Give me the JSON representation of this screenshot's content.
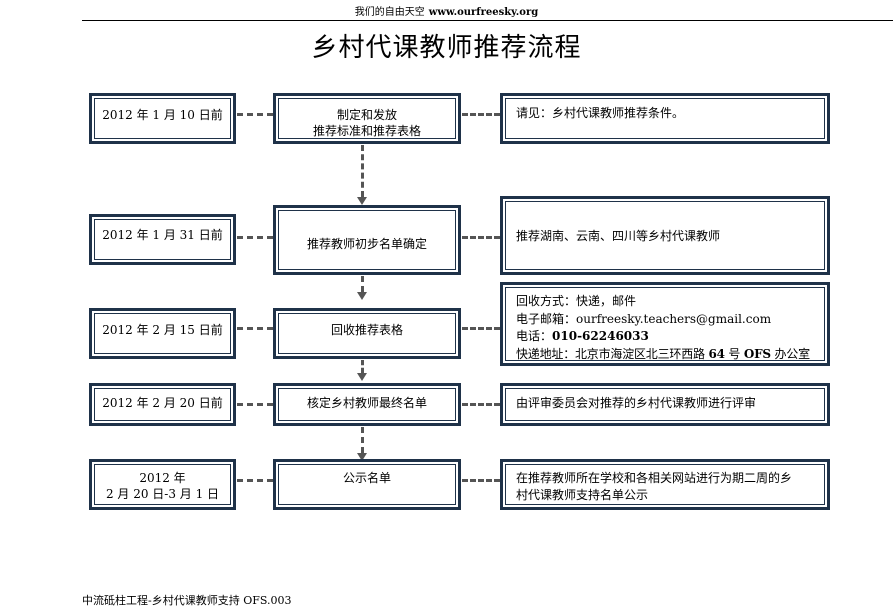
{
  "header": {
    "site_name": "我们的自由天空",
    "site_url": "www.ourfreesky.org"
  },
  "title": "乡村代课教师推荐流程",
  "rows": [
    {
      "date": [
        "2012 年 1 月 10 日前"
      ],
      "step": [
        "制定和发放",
        "推荐标准和推荐表格"
      ],
      "note": [
        "请见：乡村代课教师推荐条件。"
      ]
    },
    {
      "date": [
        "2012 年 1 月 31 日前"
      ],
      "step": [
        "推荐教师初步名单确定"
      ],
      "note": [
        "推荐湖南、云南、四川等乡村代课教师"
      ]
    },
    {
      "date": [
        "2012 年 2 月 15 日前"
      ],
      "step": [
        "回收推荐表格"
      ],
      "note": {
        "method": "回收方式：快递，邮件",
        "email_label": "电子邮箱：",
        "email": "ourfreesky.teachers@gmail.com",
        "phone_label": "电话：",
        "phone": "010-62246033",
        "address_label": "快递地址：北京市海淀区北三环西路",
        "address_num": "64",
        "address_mid": "号",
        "address_org": "OFS",
        "address_end": "办公室"
      }
    },
    {
      "date": [
        "2012 年 2 月 20 日前"
      ],
      "step": [
        "核定乡村教师最终名单"
      ],
      "note": [
        "由评审委员会对推荐的乡村代课教师进行评审"
      ]
    },
    {
      "date": [
        "2012 年",
        "2 月 20 日-3 月 1 日"
      ],
      "step": [
        "公示名单"
      ],
      "note": [
        "在推荐教师所在学校和各相关网站进行为期二周的乡",
        "村代课教师支持名单公示"
      ]
    }
  ],
  "footer": "中流砥柱工程-乡村代课教师支持 OFS.003"
}
